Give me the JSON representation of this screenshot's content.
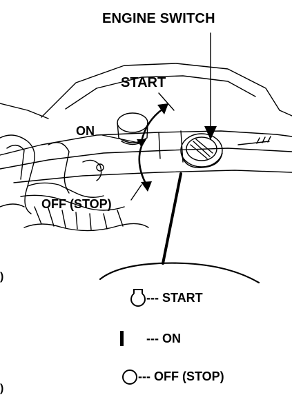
{
  "diagram": {
    "title": "ENGINE SWITCH",
    "positions": {
      "start": "START",
      "on": "ON",
      "off": "OFF (STOP)"
    },
    "legend": [
      {
        "symbol": "start-symbol-icon",
        "text": "--- START"
      },
      {
        "symbol": "on-symbol-icon",
        "text": "--- ON"
      },
      {
        "symbol": "off-symbol-icon",
        "text": "--- OFF (STOP)"
      }
    ],
    "edge_marks": [
      ")",
      ")"
    ]
  }
}
